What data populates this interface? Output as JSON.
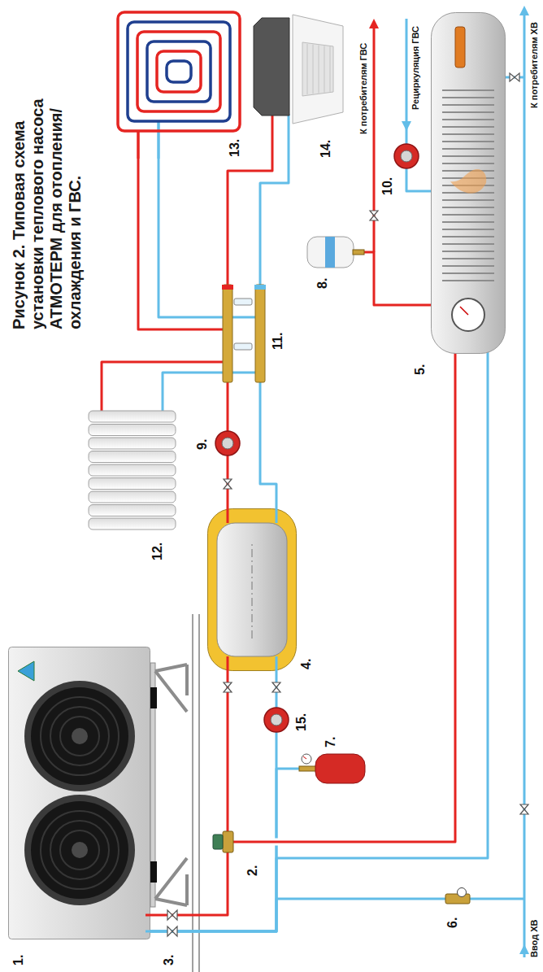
{
  "diagram": {
    "title": "Рисунок 2. Типовая схема установки теплового насоса АТМОТЕРМ для отопления/охлаждения и ГВС.",
    "nodes": [
      {
        "text": [
          "1."
        ]
      },
      {
        "text": [
          "3."
        ]
      },
      {
        "text": [
          "2."
        ]
      },
      {
        "text": [
          "4."
        ]
      },
      {
        "text": [
          "15."
        ]
      },
      {
        "text": [
          "7."
        ]
      },
      {
        "text": [
          "6."
        ]
      },
      {
        "text": [
          "9."
        ]
      },
      {
        "text": [
          "11."
        ]
      },
      {
        "text": [
          "12."
        ]
      },
      {
        "text": [
          "13."
        ]
      },
      {
        "text": [
          "14."
        ]
      },
      {
        "text": [
          "5."
        ]
      },
      {
        "text": [
          "8."
        ]
      },
      {
        "text": [
          "10."
        ]
      }
    ],
    "edges": [
      {
        "from": 0,
        "to": 2,
        "arrow": "none"
      },
      {
        "from": 2,
        "to": 3,
        "arrow": "none"
      },
      {
        "from": 2,
        "to": 12,
        "arrow": "none"
      },
      {
        "from": 3,
        "to": 7,
        "arrow": "none"
      },
      {
        "from": 7,
        "to": 8,
        "arrow": "none"
      },
      {
        "from": 8,
        "to": 9,
        "arrow": "none"
      },
      {
        "from": 9,
        "to": 8,
        "arrow": "none"
      },
      {
        "from": 8,
        "to": 10,
        "arrow": "none"
      },
      {
        "from": 10,
        "to": 8,
        "arrow": "none"
      },
      {
        "from": 8,
        "to": 11,
        "arrow": "none"
      },
      {
        "from": 11,
        "to": 8,
        "arrow": "none"
      },
      {
        "from": 8,
        "to": 3,
        "arrow": "none"
      },
      {
        "from": 3,
        "to": 4,
        "arrow": "none"
      },
      {
        "from": 4,
        "to": 0,
        "arrow": "none"
      },
      {
        "from": 5,
        "to": 0,
        "arrow": "none"
      },
      {
        "from": 6,
        "to": 0,
        "arrow": "none"
      },
      {
        "from": 12,
        "to": 0,
        "arrow": "none"
      },
      {
        "from": 12,
        "to": 13,
        "arrow": "none"
      },
      {
        "from": 14,
        "to": 12,
        "arrow": "none"
      }
    ],
    "labels": [
      "Ввод ХВ",
      "К потребителям ХВ",
      "К потребителям ГВС",
      "Рециркуляция ГВС"
    ]
  }
}
